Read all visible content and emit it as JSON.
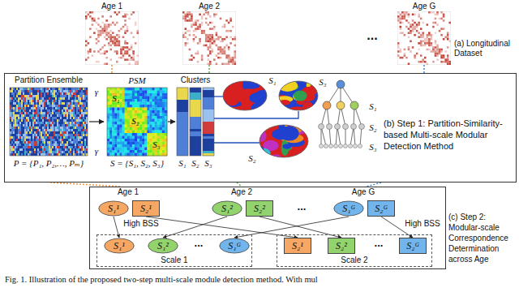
{
  "diagram": {
    "caption": "Fig. 1. Illustration of the proposed two-step multi-scale module detection method. With mul",
    "nodes": [
      {
        "text": [
          "Age 1"
        ]
      },
      {
        "text": [
          "Age 2"
        ]
      },
      {
        "text": [
          "Age G"
        ]
      },
      {
        "text": [
          "(b) Step 1: Partition-Similarity-based Multi-scale Modular Detection Method"
        ]
      },
      {
        "text": [
          "(c) Step 2: Modular-scale Correspondence Determination across Age"
        ]
      },
      {
        "text": [
          "S₁¹"
        ],
        "in": 4
      },
      {
        "text": [
          "S₂¹"
        ],
        "in": 4
      },
      {
        "text": [
          "S₁²"
        ],
        "in": 4
      },
      {
        "text": [
          "S₂²"
        ],
        "in": 4
      },
      {
        "text": [
          "S₁ᴳ"
        ],
        "in": 4
      },
      {
        "text": [
          "S₂ᴳ"
        ],
        "in": 4
      },
      {
        "text": [
          "Scale 1"
        ],
        "in": 4
      },
      {
        "text": [
          "S₁¹"
        ],
        "in": 11
      },
      {
        "text": [
          "S₁²"
        ],
        "in": 11
      },
      {
        "text": [
          "S₁ᴳ"
        ],
        "in": 11
      },
      {
        "text": [
          "Scale 2"
        ],
        "in": 4
      },
      {
        "text": [
          "S₂¹"
        ],
        "in": 15
      },
      {
        "text": [
          "S₂²"
        ],
        "in": 15
      },
      {
        "text": [
          "S₂ᴳ"
        ],
        "in": 15
      }
    ],
    "edges": [
      {
        "from": 0,
        "to": 3,
        "arrow": "none"
      },
      {
        "from": 1,
        "to": 3,
        "arrow": "none"
      },
      {
        "from": 2,
        "to": 3,
        "arrow": "none"
      },
      {
        "from": 5,
        "to": 12,
        "arrow": "to"
      },
      {
        "from": 7,
        "to": 13,
        "arrow": "to"
      },
      {
        "from": 9,
        "to": 14,
        "arrow": "to"
      },
      {
        "from": 6,
        "to": 16,
        "arrow": "to"
      },
      {
        "from": 8,
        "to": 17,
        "arrow": "to"
      },
      {
        "from": 10,
        "to": 18,
        "arrow": "to"
      }
    ],
    "labels": [
      "(a) Longitudinal Dataset",
      "...",
      "Partition Ensemble",
      "P = {P₁, P₂,…, Pₘ}",
      "γ",
      "PSM",
      "γ",
      "S₁",
      "S₂",
      "S₃",
      "S = {S₁, S₂, S₃}",
      "Clusters",
      "S₁",
      "S₂",
      "S₃",
      "S₁",
      "S₃",
      "S₂",
      "S₁",
      "S₂",
      "S₃",
      "Age 1",
      "Age 2",
      "...",
      "Age G",
      "High BSS",
      "High BSS",
      "...",
      "..."
    ]
  }
}
